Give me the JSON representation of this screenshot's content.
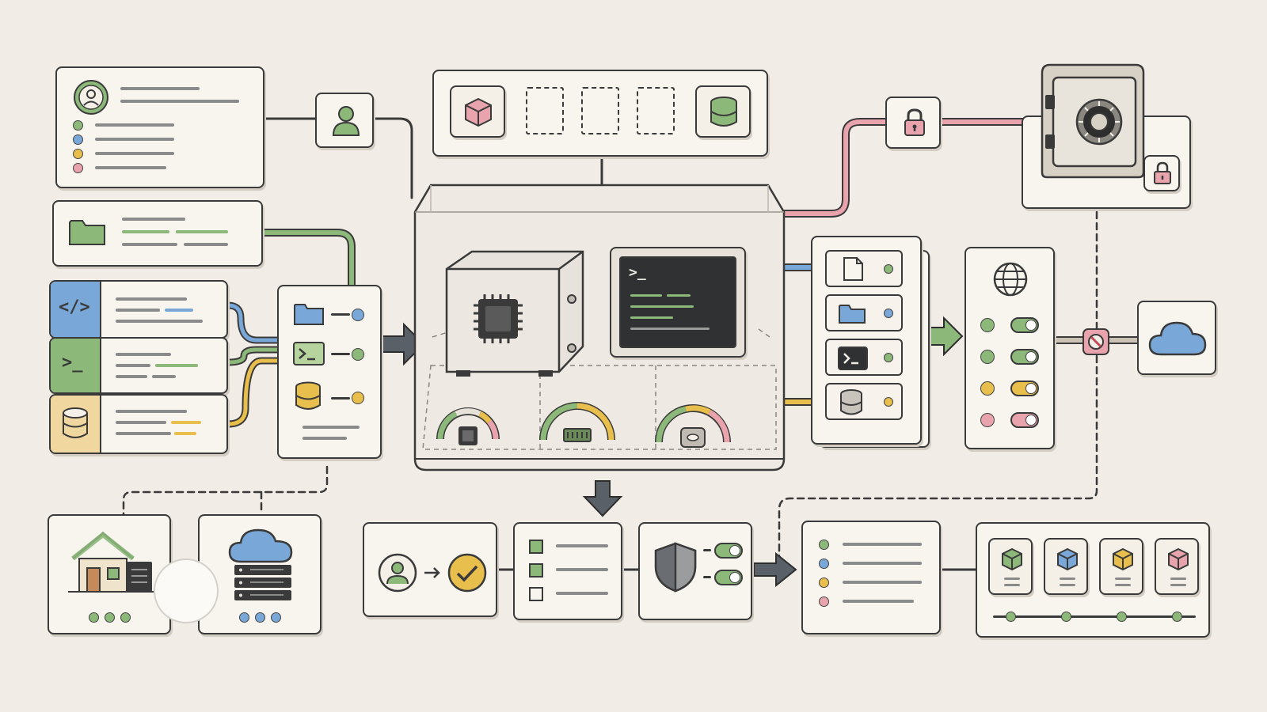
{
  "title": "",
  "colors": {
    "background": "#f1ede6",
    "outline": "#3a3a3a",
    "green": "#8cb87a",
    "blue": "#79a8d8",
    "yellow": "#e8be4c",
    "pink": "#e8a3ad",
    "panel": "#f8f5ef"
  },
  "icons": {
    "user_profile": "user-icon",
    "folder": "folder-icon",
    "code": "code-icon",
    "terminal": "terminal-icon",
    "database": "database-icon",
    "cube": "cube-icon",
    "lock": "lock-icon",
    "safe": "safe-icon",
    "chip": "chip-icon",
    "globe": "globe-icon",
    "cloud": "cloud-icon",
    "blocked": "blocked-icon",
    "house": "house-icon",
    "server": "server-icon",
    "check": "check-icon",
    "shield": "shield-icon",
    "file": "file-icon"
  },
  "terminal": {
    "prompt": ">_"
  },
  "code_label": "</>",
  "gauges": [
    {
      "name": "cpu",
      "level": 0.45
    },
    {
      "name": "memory",
      "level": 0.5
    },
    {
      "name": "disk",
      "level": 0.55
    }
  ],
  "toggles": [
    {
      "color": "#8cb87a",
      "on": true
    },
    {
      "color": "#8cb87a",
      "on": true
    },
    {
      "color": "#e8be4c",
      "on": true
    },
    {
      "color": "#e8a3ad",
      "on": true
    }
  ],
  "checklist": [
    {
      "checked": true
    },
    {
      "checked": true
    },
    {
      "checked": false
    }
  ]
}
